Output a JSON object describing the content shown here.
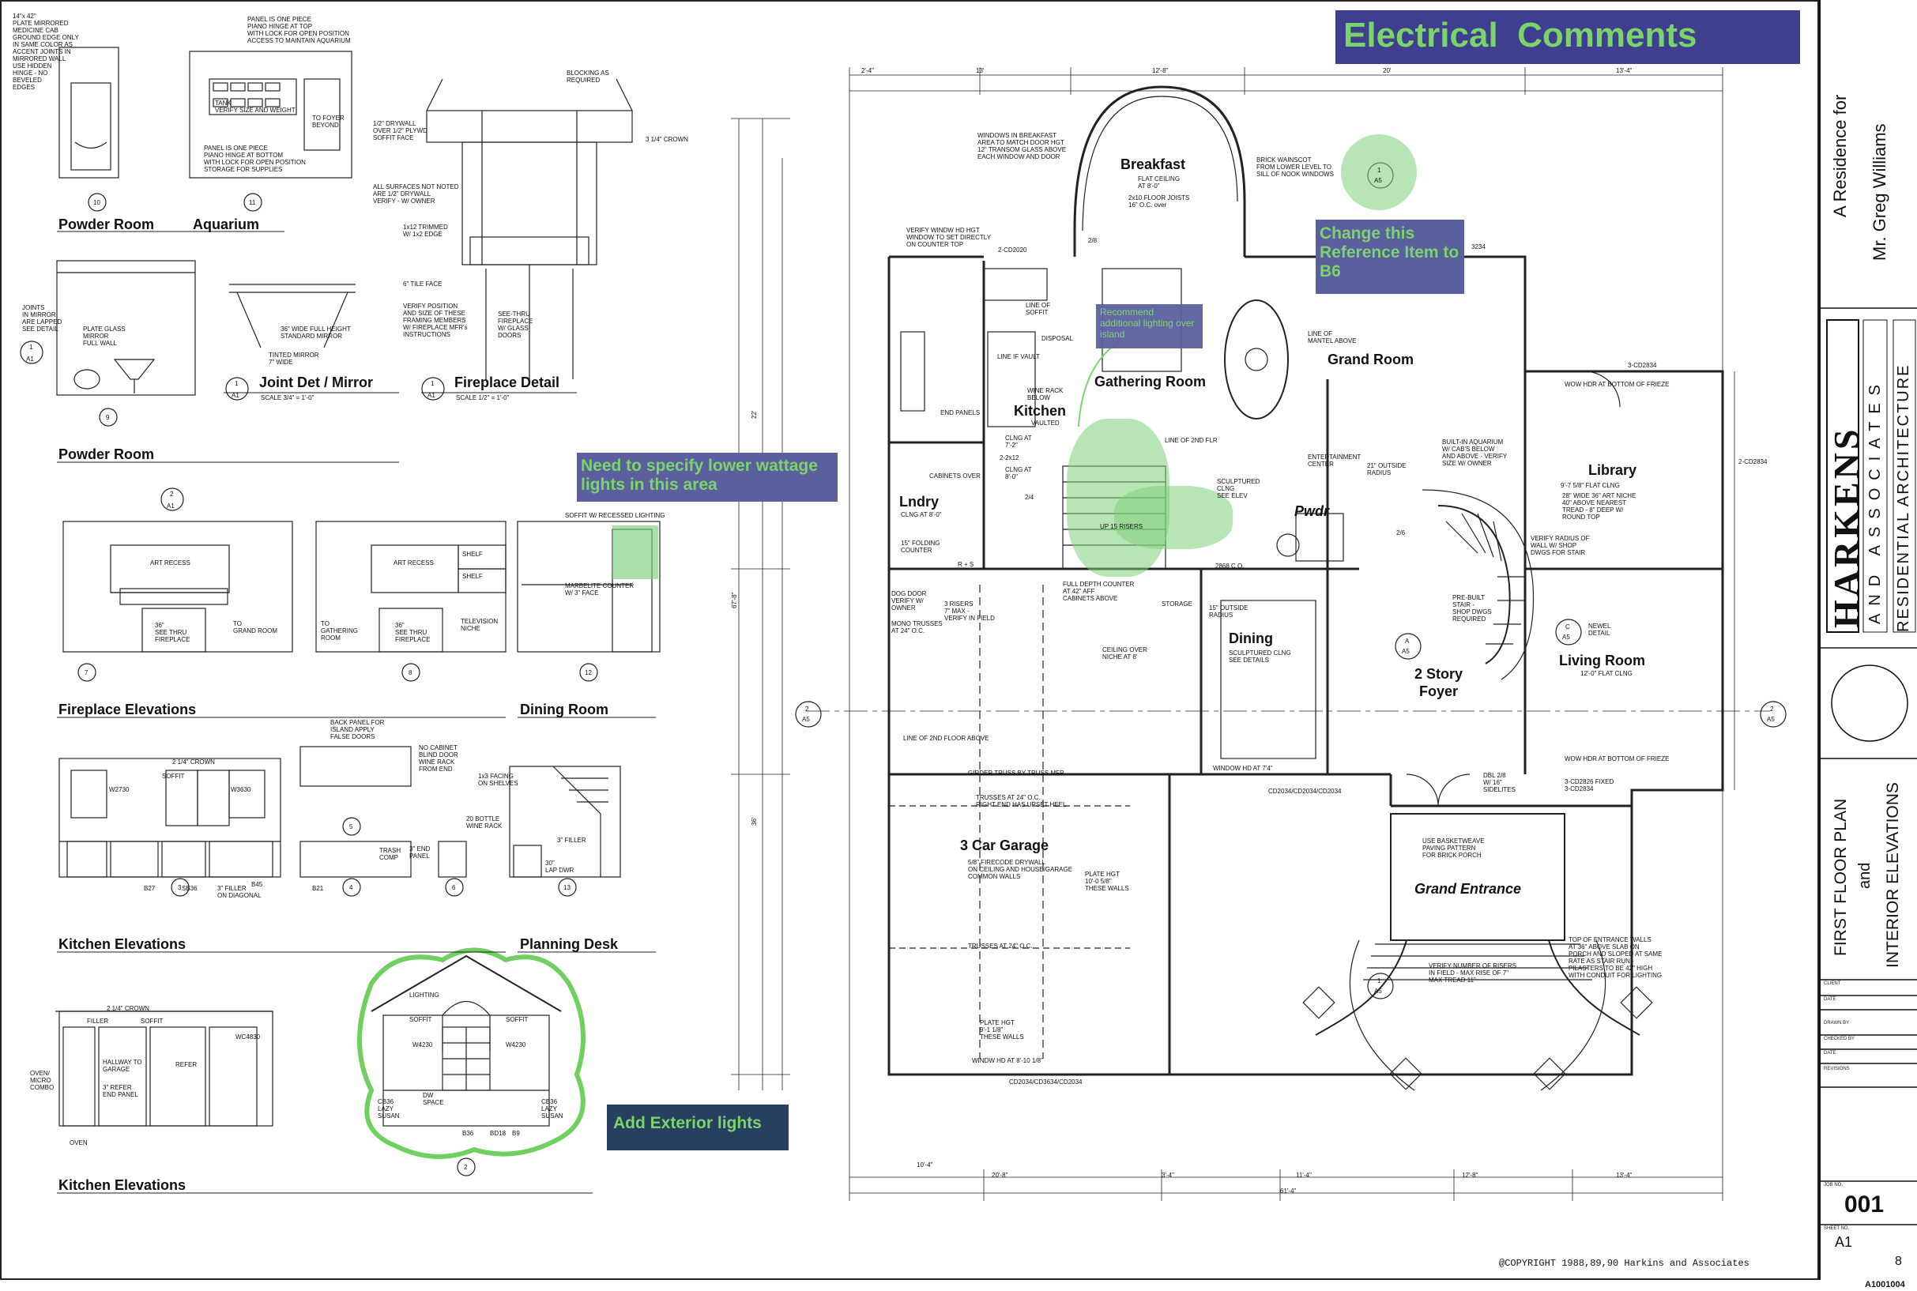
{
  "title_block": {
    "residence_for": "A Residence for",
    "client": "Mr. Greg Williams",
    "firm_name": "HARKENS",
    "firm_sub": "AND ASSOCIATES",
    "firm_type": "RESIDENTIAL ARCHITECTURE",
    "drawing_title": "FIRST FLOOR PLAN",
    "drawing_and": "and",
    "drawing_title2": "INTERIOR ELEVATIONS",
    "fields": [
      "CLIENT",
      "DATE",
      "DRAWN BY",
      "CHECKED BY",
      "DATE",
      "REVISIONS",
      "JOB NO.",
      "SHEET NO."
    ],
    "job_no": "001",
    "sheet_no": "A1",
    "sheet_of": "8",
    "doc_id": "A1001004"
  },
  "copyright": "@COPYRIGHT 1988,89,90  Harkins and Associates",
  "markup": {
    "header": "Electrical  Comments",
    "notes": [
      {
        "id": "ref",
        "text": "Change this Reference Item to B6"
      },
      {
        "id": "island",
        "text": "Recommend additional lighting over island"
      },
      {
        "id": "wattage",
        "text": "Need to specify lower wattage lights in this area"
      },
      {
        "id": "exterior",
        "text": "Add Exterior lights"
      }
    ],
    "colors": {
      "header_bg": "#3f3e8f",
      "note_bg": "#5b5f9e",
      "note_dark": "#27405f",
      "text": "#7bd46b",
      "highlight": "#7ed07a"
    }
  },
  "details": {
    "powder_room": "Powder Room",
    "aquarium": "Aquarium",
    "joint_det": "Joint Det / Mirror",
    "fireplace_detail": "Fireplace Detail",
    "powder_room2": "Powder Room",
    "fireplace_elev": "Fireplace Elevations",
    "dining_room": "Dining Room",
    "kitchen_elev": "Kitchen Elevations",
    "planning_desk": "Planning Desk",
    "kitchen_elev2": "Kitchen Elevations",
    "scale_a": "SCALE  3/4\" = 1'-0\"",
    "scale_b": "SCALE  1/2\" = 1'-0\"",
    "notes_powder": "14\"x 42\"\nPLATE MIRRORED\nMEDICINE CAB\nGROUND EDGE ONLY\nIN SAME COLOR AS\nACCENT JOINTS IN\nMIRRORED WALL\nUSE HIDDEN\nHINGE - NO\nBEVELED\nEDGES",
    "notes_aquarium": "PANEL IS ONE PIECE\nPIANO HINGE AT TOP\nWITH LOCK FOR OPEN POSITION\nACCESS TO MAINTAIN AQUARIUM",
    "notes_aquarium2": "PANEL IS ONE PIECE\nPIANO HINGE AT BOTTOM\nWITH LOCK FOR OPEN POSITION\nSTORAGE FOR SUPPLIES",
    "notes_tank": "TANK\nVERIFY SIZE AND WEIGHT",
    "to_foyer": "TO FOYER\nBEYOND",
    "notes_fp": "1/2\" DRYWALL\nOVER 1/2\" PLYWD\nSOFFIT FACE",
    "notes_fp2": "ALL SURFACES NOT NOTED\nARE 1/2\" DRYWALL\nVERIFY - W/ OWNER",
    "notes_fp3": "1x12 TRIMMED\nW/ 1x2 EDGE",
    "notes_fp4": "6\" TILE FACE",
    "notes_fp5": "VERIFY POSITION\nAND SIZE OF THESE\nFRAMING MEMBERS\nW/ FIREPLACE MFR's\nINSTRUCTIONS",
    "notes_fp6": "SEE-THRU\nFIREPLACE\nW/ GLASS\nDOORS",
    "blocking": "BLOCKING AS\nREQUIRED",
    "crown": "3 1/4\" CROWN",
    "joints": "JOINTS\nIN MIRROR\nARE LAPPED\nSEE DETAIL",
    "plate_glass": "PLATE GLASS\nMIRROR\nFULL WALL",
    "mirror36": "36\" WIDE FULL HEIGHT\nSTANDARD MIRROR",
    "tinted": "TINTED MIRROR\n7\" WIDE",
    "art_recess": "ART RECESS",
    "soffit_recessed": "SOFFIT W/ RECESSED LIGHTING",
    "marbelite": "MARBELITE COUNTER\nW/ 3\" FACE",
    "shelf": "SHELF",
    "tv_niche": "TELEVISION\nNICHE",
    "to_gathering": "TO\nGATHERING\nROOM",
    "to_grand": "TO\nGRAND ROOM",
    "see_thru": "36\"\nSEE THRU\nFIREPLACE",
    "back_panel": "BACK PANEL FOR\nISLAND APPLY\nFALSE DOORS",
    "no_cabinet": "NO CABINET\nBLIND DOOR\nWINE RACK\nFROM END",
    "crown214": "2 1/4\" CROWN",
    "soffit": "SOFFIT",
    "filler": "FILLER",
    "hallway": "HALLWAY TO\nGARAGE",
    "refer_end": "3\" REFER\nEND PANEL",
    "oven_micro": "OVEN/\nMICRO\nCOMBO",
    "oven": "OVEN",
    "refer": "REFER",
    "lighting": "LIGHTING",
    "dw_space": "DW\nSPACE",
    "lazy_susan": "CB36\nLAZY\nSUSAN",
    "lap_dwr": "30\"\nLAP DWR",
    "facing": "1x3 FACING\nON SHELVES",
    "bottle": "20 BOTTLE\nWINE RACK",
    "filler3": "3\" FILLER",
    "trash": "TRASH\nCOMP",
    "end_panel": "3\" END\nPANEL",
    "filler_diag": "3\" FILLER\nON DIAGONAL",
    "cab_codes": [
      "W2730",
      "W3630",
      "B27",
      "SB36",
      "B45",
      "B21",
      "W4230",
      "W4230",
      "B36",
      "BD18",
      "B9",
      "WC4830"
    ],
    "detail_nums": [
      "10",
      "11",
      "9",
      "7",
      "8",
      "12",
      "3",
      "4",
      "5",
      "6",
      "13",
      "2"
    ]
  },
  "plan": {
    "rooms": {
      "breakfast": "Breakfast",
      "breakfast_note": "FLAT CEILING\nAT 8'-0\"",
      "joists": "2x10 FLOOR JOISTS\n16\" O.C. over",
      "gathering": "Gathering Room",
      "grand": "Grand Room",
      "kitchen": "Kitchen",
      "kitchen_note": "VAULTED",
      "lndry": "Lndry",
      "lndry_note": "CLNG AT 8'-0\"",
      "library": "Library",
      "library_note": "9'-7 5/8\" FLAT CLNG",
      "pwdr": "Pwdr",
      "dining": "Dining",
      "dining_note": "SCULPTURED CLNG\nSEE DETAILS",
      "foyer": "2 Story\nFoyer",
      "living": "Living Room",
      "living_note": "12'-0\" FLAT CLNG",
      "garage": "3 Car Garage",
      "garage_note": "5/8\" FIRECODE DRYWALL\nON CEILING AND HOUSE/GARAGE\nCOMMON WALLS",
      "entrance": "Grand Entrance"
    },
    "notes": {
      "windows": "WINDOWS IN BREAKFAST\nAREA TO MATCH DOOR HGT\n12\" TRANSOM GLASS ABOVE\nEACH WINDOW AND DOOR",
      "brick": "BRICK WAINSCOT\nFROM LOWER LEVEL TO\nSILL OF NOOK WINDOWS",
      "verify_window": "VERIFY WINDW HD HGT\nWINDOW TO SET DIRECTLY\nON COUNTER TOP",
      "line_soffit": "LINE OF\nSOFFIT",
      "disposal": "DISPOSAL",
      "line_vault": "LINE IF VAULT",
      "wine_rack": "WINE RACK\nBELOW",
      "end_panels": "END PANELS",
      "clng72": "CLNG AT\n7'-2\"",
      "clng80": "CLNG AT\n8'-0\"",
      "cabinets_over": "CABINETS OVER",
      "line_2nd": "LINE OF 2ND FLR",
      "sculptured": "SCULPTURED\nCLNG\nSEE ELEV",
      "entertainment": "ENTERTAINMENT\nCENTER",
      "outside_radius": "21\" OUTSIDE\nRADIUS",
      "aquarium": "BUILT-IN AQUARIUM\nW/ CAB'S BELOW\nAND ABOVE - VERIFY\nSIZE W/ OWNER",
      "art_niche": "28\" WIDE 36\" ART NICHE\n40\" ABOVE NEAREST\nTREAD - 8\" DEEP W/\nROUND TOP",
      "verify_radius": "VERIFY RADIUS OF\nWALL W/ SHOP\nDWGS FOR STAIR",
      "prebuilt": "PRE-BUILT\nSTAIR -\nSHOP DWGS\nREQUIRED",
      "newel": "NEWEL\nDETAIL",
      "line_mantel": "LINE OF\nMANTEL ABOVE",
      "dog_door": "DOG DOOR\nVERIFY W/\nOWNER",
      "mono": "MONO TRUSSES\nAT 24\" O.C.",
      "risers": "3 RISERS\n7\" MAX -\nVERIFY IN FIELD",
      "full_depth": "FULL DEPTH COUNTER\nAT 42\" AFF\nCABINETS ABOVE",
      "ceiling_niche": "CEILING OVER\nNICHE AT 8'",
      "outside15": "15\" OUTSIDE\nRADIUS",
      "girder": "GIRDER TRUSS BY TRUSS MFR",
      "trusses_heel": "TRUSSES AT 24\" O.C.\nRIGHT END HAS UPSET HEEL",
      "plate_hgt": "PLATE HGT\n10'-0 5/8\"\nTHESE WALLS",
      "plate_hgt2": "PLATE HGT\n9'-1 1/8\"\nTHESE WALLS",
      "trusses": "TRUSSES AT 24\" O.C.",
      "windw_hd": "WINDW HD AT 8'-10 1/8\"",
      "basketweave": "USE BASKETWEAVE\nPAVING PATTERN\nFOR BRICK PORCH",
      "entrance_walls": "TOP OF ENTRANCE WALLS\nAT 36\" ABOVE SLAB ON\nPORCH AND SLOPED AT SAME\nRATE AS STAIR RUN -\nPILASTERS TO BE 42\" HIGH\nWITH CONDUIT FOR LIGHTING",
      "verify_risers": "VERIFY NUMBER OF RISERS\nIN FIELD - MAX RISE OF 7\"\nMAX TREAD 11\"",
      "wow_hdr": "WOW HDR AT BOTTOM OF FRIEZE",
      "wow_hdr2": "WOW HDR AT BOTTOM OF FRIEZE",
      "sidelites": "DBL 2/8\nW/ 16\"\nSIDELITES",
      "windw_hd74": "WINDOW HD AT 7'4\"",
      "line_2nd_above": "LINE OF 2ND FLOOR ABOVE",
      "up_risers": "UP 15 RISERS",
      "folding": "15\" FOLDING\nCOUNTER",
      "storage": "STORAGE",
      "codes": [
        "2-CD2020",
        "3234",
        "3-CD2834",
        "2-CD2834",
        "2868 C.O.",
        "CD2034/CD2034/CD2034",
        "CD2034/CD3634/CD2034",
        "3-CD2826 FIXED\n3-CD2834",
        "2/8",
        "2/4",
        "2-2x12",
        "R + S",
        "2/6"
      ]
    },
    "dims_top": [
      "2'-4\"",
      "13'",
      "12'-8\"",
      "20'",
      "13'-4\""
    ],
    "dims_bottom": [
      "10'-4\"",
      "20'-8\"",
      "3'-4\"",
      "11'-4\"",
      "12'-8\"",
      "13'-4\"",
      "61'-4\""
    ],
    "dims_left": [
      "22'",
      "67'-8\"",
      "36'"
    ],
    "section_marks": [
      {
        "num": "2",
        "ref": "A5"
      },
      {
        "num": "2",
        "ref": "A5"
      },
      {
        "num": "1",
        "ref": "A5"
      },
      {
        "num": "1",
        "ref": "A5"
      },
      {
        "num": "A",
        "ref": "A5"
      },
      {
        "num": "C",
        "ref": "A5"
      },
      {
        "num": "1",
        "ref": "A1"
      },
      {
        "num": "1",
        "ref": "A1"
      },
      {
        "num": "2",
        "ref": "A1"
      },
      {
        "num": "1",
        "ref": "A1"
      }
    ]
  }
}
